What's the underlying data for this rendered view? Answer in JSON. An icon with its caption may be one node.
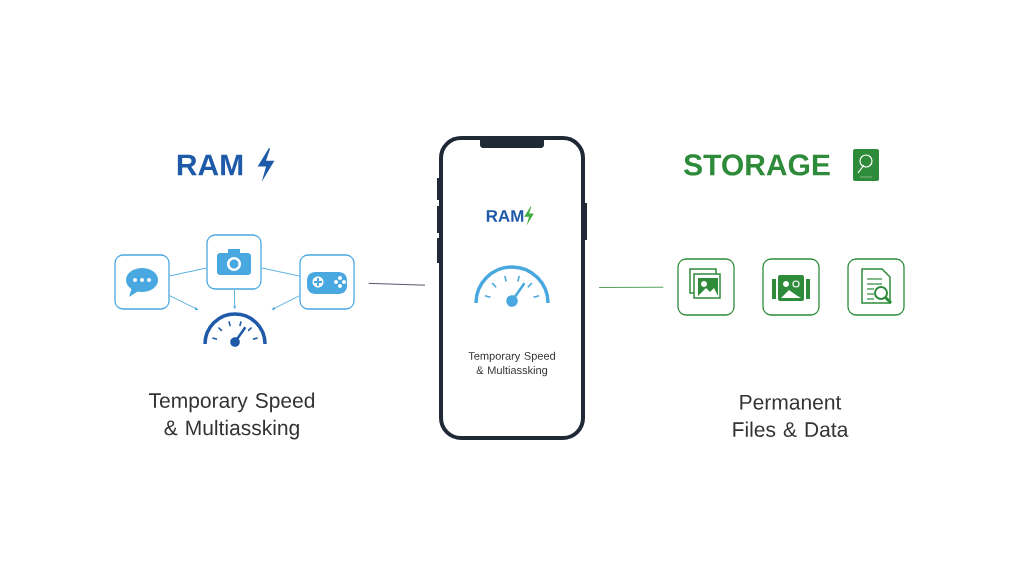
{
  "diagram": {
    "nodes": [
      {
        "text": [],
        "shape": "box"
      },
      {
        "text": [],
        "shape": "box"
      },
      {
        "text": [],
        "shape": "box"
      },
      {
        "text": [],
        "shape": "picture"
      },
      {
        "text": [
          "RAM",
          "Temporary Speed & Multiassking"
        ]
      },
      {
        "text": [],
        "shape": "box"
      },
      {
        "text": [],
        "shape": "box"
      },
      {
        "text": [],
        "shape": "box"
      }
    ],
    "edges": [
      {
        "from": 0,
        "to": 1,
        "arrow": "none"
      },
      {
        "from": 1,
        "to": 2,
        "arrow": "none"
      },
      {
        "from": 0,
        "to": 3,
        "arrow": "to"
      },
      {
        "from": 1,
        "to": 3,
        "arrow": "to"
      },
      {
        "from": 2,
        "to": 3,
        "arrow": "to"
      },
      {
        "from": 2,
        "to": 4,
        "arrow": "none",
        "color": "#3c4653"
      },
      {
        "from": 4,
        "to": 5,
        "arrow": "none",
        "color": "#3f9b4b"
      }
    ],
    "labels": [
      "RAM",
      "STORAGE",
      "Temporary Speed & Multiassking",
      "Permanent Files & Data"
    ]
  }
}
